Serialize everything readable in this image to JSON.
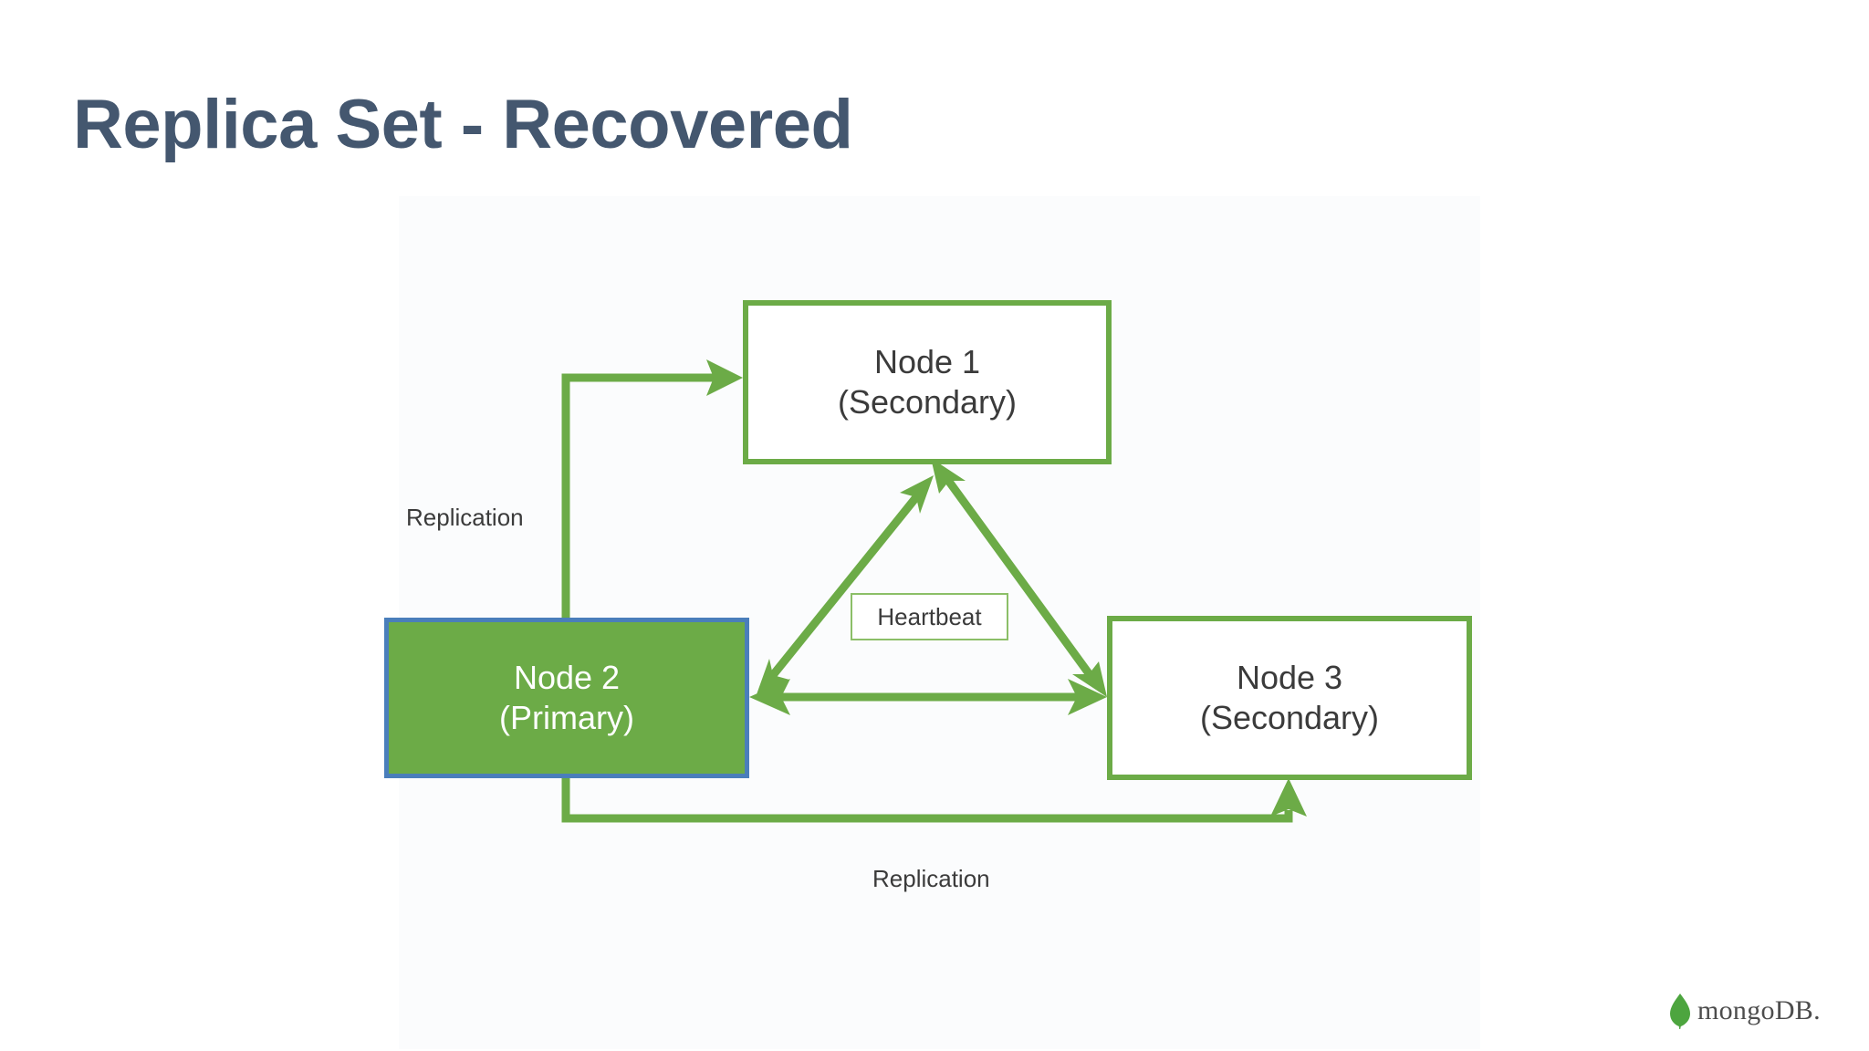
{
  "slide": {
    "title": "Replica Set - Recovered",
    "background_color": "#ffffff",
    "title_color": "#44576f"
  },
  "colors": {
    "green_accent": "#6cab47",
    "green_light_border": "#8cbf68",
    "blue_accent": "#4a7ebb",
    "node_text": "#3b3b3b",
    "primary_text": "#ffffff"
  },
  "diagram": {
    "type": "node-topology",
    "nodes": [
      {
        "id": "node1",
        "name": "Node 1",
        "role": "(Secondary)",
        "state": "secondary",
        "fill": "#ffffff",
        "border": "#6cab47"
      },
      {
        "id": "node2",
        "name": "Node 2",
        "role": "(Primary)",
        "state": "primary",
        "fill": "#6cab47",
        "border": "#4a7ebb"
      },
      {
        "id": "node3",
        "name": "Node 3",
        "role": "(Secondary)",
        "state": "secondary",
        "fill": "#ffffff",
        "border": "#6cab47"
      }
    ],
    "labels": {
      "heartbeat": "Heartbeat",
      "replication_top": "Replication",
      "replication_bottom": "Replication"
    },
    "connections": [
      {
        "from": "node2",
        "to": "node1",
        "kind": "replication",
        "direction": "one-way"
      },
      {
        "from": "node2",
        "to": "node3",
        "kind": "replication",
        "direction": "one-way"
      },
      {
        "from": "node2",
        "to": "node1",
        "kind": "heartbeat",
        "direction": "two-way"
      },
      {
        "from": "node1",
        "to": "node3",
        "kind": "heartbeat",
        "direction": "two-way"
      },
      {
        "from": "node2",
        "to": "node3",
        "kind": "heartbeat",
        "direction": "two-way"
      }
    ]
  },
  "brand": {
    "name": "mongoDB.",
    "leaf_color": "#4da53f"
  }
}
